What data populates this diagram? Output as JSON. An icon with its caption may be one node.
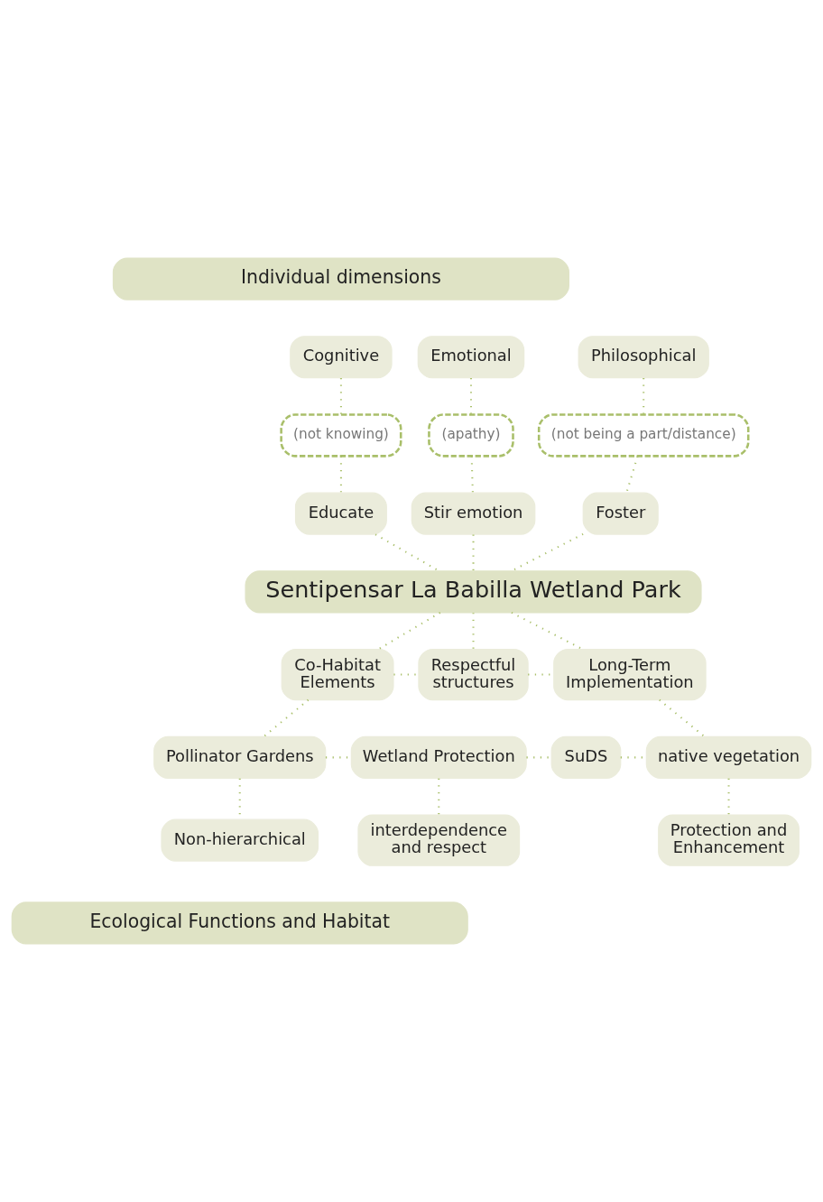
{
  "diagram": {
    "nodes": [
      {
        "text": [
          "Individual dimensions"
        ]
      },
      {
        "text": [
          "Cognitive"
        ]
      },
      {
        "text": [
          "Emotional"
        ]
      },
      {
        "text": [
          "Philosophical"
        ]
      },
      {
        "text": [
          "(not knowing)"
        ]
      },
      {
        "text": [
          "(apathy)"
        ]
      },
      {
        "text": [
          "(not being a part/distance)"
        ]
      },
      {
        "text": [
          "Educate"
        ]
      },
      {
        "text": [
          "Stir emotion"
        ]
      },
      {
        "text": [
          "Foster"
        ]
      },
      {
        "text": [
          "Sentipensar La Babilla Wetland Park"
        ]
      },
      {
        "text": [
          "Co-Habitat Elements"
        ]
      },
      {
        "text": [
          "Respectful structures"
        ]
      },
      {
        "text": [
          "Long-Term Implementation"
        ]
      },
      {
        "text": [
          "Pollinator Gardens"
        ]
      },
      {
        "text": [
          "Wetland Protection"
        ]
      },
      {
        "text": [
          "SuDS"
        ]
      },
      {
        "text": [
          "native vegetation"
        ]
      },
      {
        "text": [
          "Non-hierarchical"
        ]
      },
      {
        "text": [
          "interdependence and respect"
        ]
      },
      {
        "text": [
          "Protection and Enhancement"
        ]
      },
      {
        "text": [
          "Ecological Functions and Habitat"
        ]
      }
    ],
    "edges": [
      {
        "from": 1,
        "to": 4,
        "arrow": "none"
      },
      {
        "from": 2,
        "to": 5,
        "arrow": "none"
      },
      {
        "from": 3,
        "to": 6,
        "arrow": "none"
      },
      {
        "from": 4,
        "to": 7,
        "arrow": "none"
      },
      {
        "from": 5,
        "to": 8,
        "arrow": "none"
      },
      {
        "from": 6,
        "to": 9,
        "arrow": "none"
      },
      {
        "from": 7,
        "to": 10,
        "arrow": "none"
      },
      {
        "from": 8,
        "to": 10,
        "arrow": "none"
      },
      {
        "from": 9,
        "to": 10,
        "arrow": "none"
      },
      {
        "from": 10,
        "to": 11,
        "arrow": "none"
      },
      {
        "from": 10,
        "to": 12,
        "arrow": "none"
      },
      {
        "from": 10,
        "to": 13,
        "arrow": "none"
      },
      {
        "from": 11,
        "to": 12,
        "arrow": "none"
      },
      {
        "from": 12,
        "to": 13,
        "arrow": "none"
      },
      {
        "from": 11,
        "to": 14,
        "arrow": "none"
      },
      {
        "from": 13,
        "to": 17,
        "arrow": "none"
      },
      {
        "from": 14,
        "to": 15,
        "arrow": "none"
      },
      {
        "from": 15,
        "to": 16,
        "arrow": "none"
      },
      {
        "from": 16,
        "to": 17,
        "arrow": "none"
      },
      {
        "from": 14,
        "to": 18,
        "arrow": "none"
      },
      {
        "from": 15,
        "to": 19,
        "arrow": "none"
      },
      {
        "from": 17,
        "to": 20,
        "arrow": "none"
      }
    ]
  }
}
